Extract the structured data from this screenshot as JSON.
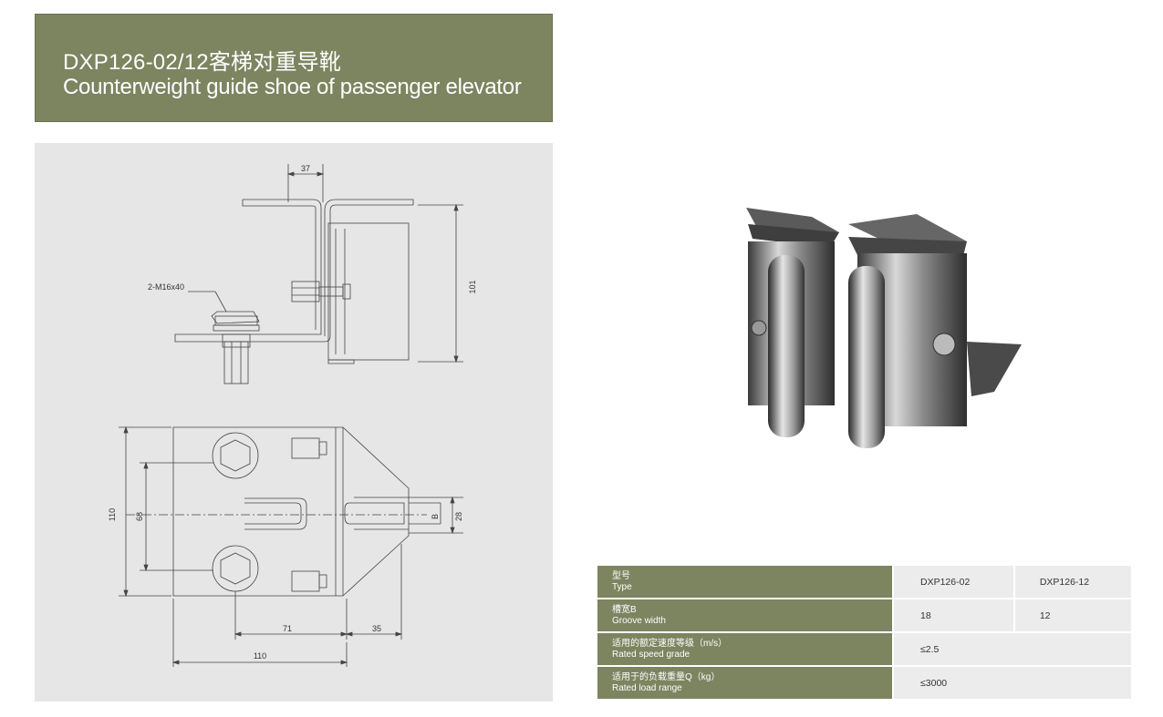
{
  "header": {
    "title_zh": "DXP126-02/12客梯对重导靴",
    "title_en": "Counterweight guide shoe of passenger elevator"
  },
  "drawing": {
    "top_view": {
      "dim_top": "37",
      "dim_right": "101",
      "bolt_label": "2-M16x40"
    },
    "bottom_view": {
      "dim_height": "110",
      "dim_bolt_spacing": "68",
      "dim_groove": "B",
      "dim_groove_width": "28",
      "dim_71": "71",
      "dim_35": "35",
      "dim_width": "110"
    }
  },
  "table": {
    "rows": [
      {
        "label_zh": "型号",
        "label_en": "Type",
        "values": [
          "DXP126-02",
          "DXP126-12"
        ]
      },
      {
        "label_zh": "槽宽B",
        "label_en": "Groove width",
        "values": [
          "18",
          "12"
        ]
      },
      {
        "label_zh": "适用的额定速度等级（m/s）",
        "label_en": "Rated speed grade",
        "values": [
          "≤2.5"
        ]
      },
      {
        "label_zh": "适用于的负载重量Q（kg）",
        "label_en": "Rated load range",
        "values": [
          "≤3000"
        ]
      }
    ]
  }
}
